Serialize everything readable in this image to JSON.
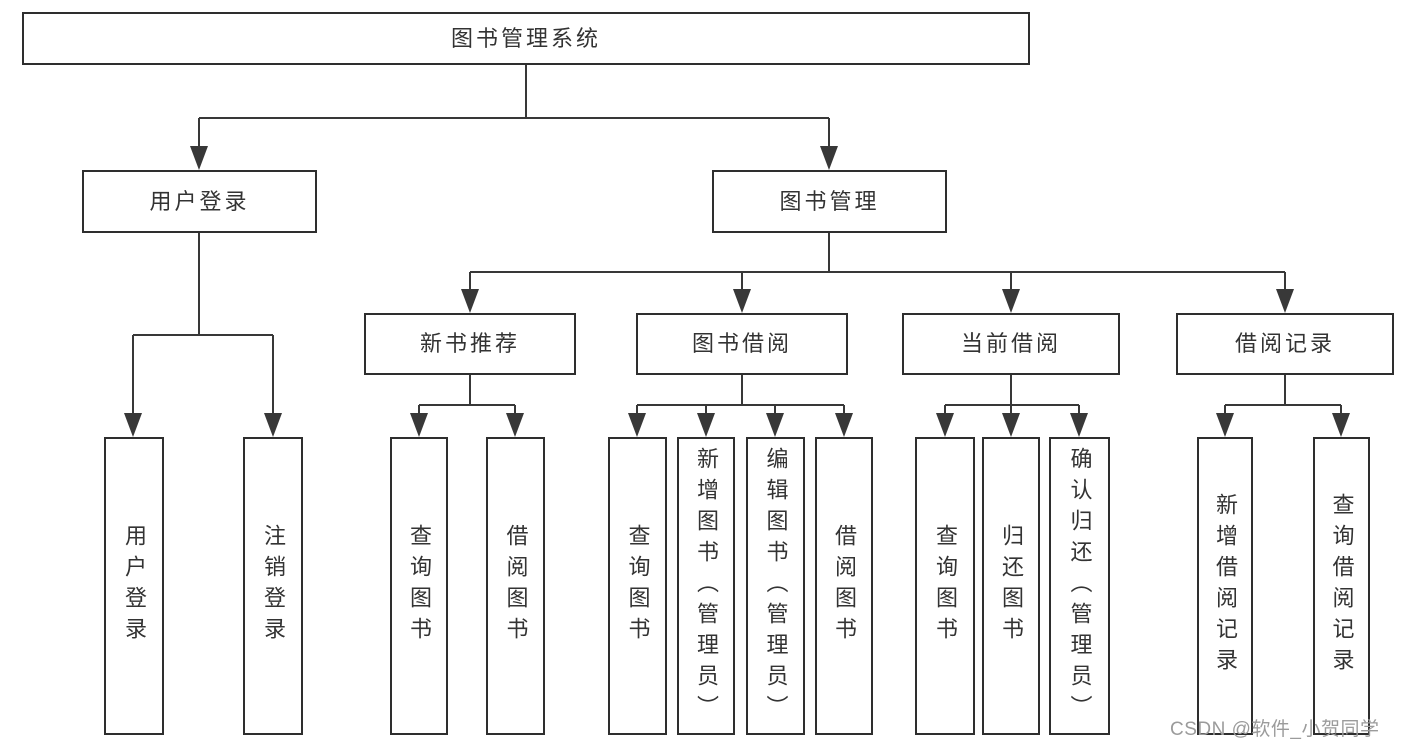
{
  "tree": {
    "label": "图书管理系统",
    "children": [
      {
        "label": "用户登录",
        "children": [
          {
            "label": "用户登录"
          },
          {
            "label": "注销登录"
          }
        ]
      },
      {
        "label": "图书管理",
        "children": [
          {
            "label": "新书推荐",
            "children": [
              {
                "label": "查询图书"
              },
              {
                "label": "借阅图书"
              }
            ]
          },
          {
            "label": "图书借阅",
            "children": [
              {
                "label": "查询图书"
              },
              {
                "label": "新增图书（管理员）"
              },
              {
                "label": "编辑图书（管理员）"
              },
              {
                "label": "借阅图书"
              }
            ]
          },
          {
            "label": "当前借阅",
            "children": [
              {
                "label": "查询图书"
              },
              {
                "label": "归还图书"
              },
              {
                "label": "确认归还（管理员）"
              }
            ]
          },
          {
            "label": "借阅记录",
            "children": [
              {
                "label": "新增借阅记录"
              },
              {
                "label": "查询借阅记录"
              }
            ]
          }
        ]
      }
    ]
  },
  "watermark": "CSDN @软件_小贺同学",
  "colors": {
    "line": "#383838",
    "box_border": "#2e2e2e",
    "text": "#333333",
    "watermark": "#9b9b9b",
    "background": "#ffffff"
  }
}
